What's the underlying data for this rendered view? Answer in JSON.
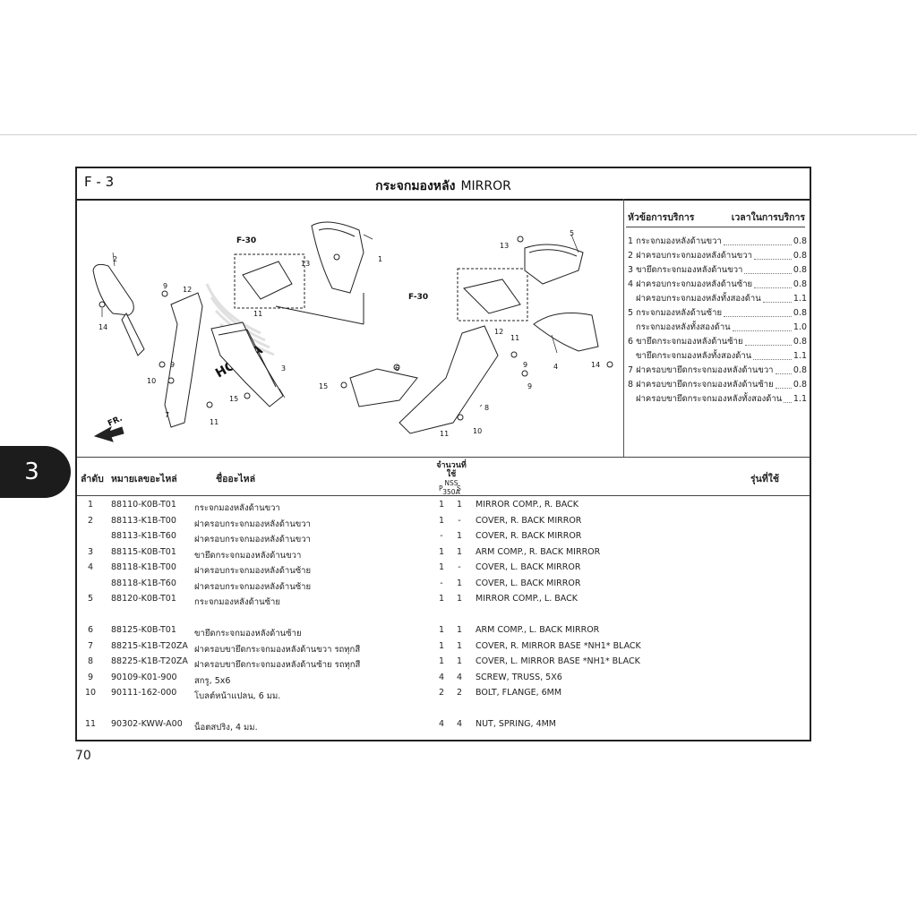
{
  "chapter_tab": "3",
  "section": {
    "code": "F - 3",
    "title_th": "กระจกมองหลัง",
    "title_en": "MIRROR"
  },
  "service_panel": {
    "header_item": "หัวข้อการบริการ",
    "header_time": "เวลาในการบริการ",
    "items": [
      {
        "label": "1 กระจกมองหลังด้านขวา",
        "time": "0.8",
        "indent": false
      },
      {
        "label": "2 ฝาครอบกระจกมองหลังด้านขวา",
        "time": "0.8",
        "indent": false
      },
      {
        "label": "3 ขายึดกระจกมองหลังด้านขวา",
        "time": "0.8",
        "indent": false
      },
      {
        "label": "4 ฝาครอบกระจกมองหลังด้านซ้าย",
        "time": "0.8",
        "indent": false
      },
      {
        "label": "ฝาครอบกระจกมองหลังทั้งสองด้าน",
        "time": "1.1",
        "indent": true
      },
      {
        "label": "5 กระจกมองหลังด้านซ้าย",
        "time": "0.8",
        "indent": false
      },
      {
        "label": "กระจกมองหลังทั้งสองด้าน",
        "time": "1.0",
        "indent": true
      },
      {
        "label": "6 ขายึดกระจกมองหลังด้านซ้าย",
        "time": "0.8",
        "indent": false
      },
      {
        "label": "ขายึดกระจกมองหลังทั้งสองด้าน",
        "time": "1.1",
        "indent": true
      },
      {
        "label": "7 ฝาครอบขายึดกระจกมองหลังด้านขวา",
        "time": "0.8",
        "indent": false
      },
      {
        "label": "8 ฝาครอบขายึดกระจกมองหลังด้านซ้าย",
        "time": "0.8",
        "indent": false
      },
      {
        "label": "ฝาครอบขายึดกระจกมองหลังทั้งสองด้าน",
        "time": "1.1",
        "indent": true
      }
    ]
  },
  "diagram": {
    "ref_left": "F-30",
    "ref_right": "F-30",
    "front_mark": "FR.",
    "brand_watermark": "HONDA",
    "callouts": [
      "1",
      "2",
      "3",
      "4",
      "5",
      "6",
      "7",
      "8",
      "9",
      "10",
      "11",
      "12",
      "13",
      "14",
      "15"
    ]
  },
  "table": {
    "headers": {
      "no": "ลำดับ",
      "part_no": "หมายเลขอะไหล่",
      "name": "ชื่ออะไหล่",
      "qty": "จำนวนที่ใช้",
      "model": "NSS",
      "model_sub": "350A",
      "p": "P",
      "s": "S",
      "used_in": "รุ่นที่ใช้"
    },
    "rows": [
      {
        "no": "1",
        "part_no": "88110-K0B-T01",
        "name_th": "กระจกมองหลังด้านขวา",
        "p": "1",
        "s": "1",
        "name_en": "MIRROR COMP., R. BACK"
      },
      {
        "no": "2",
        "part_no": "88113-K1B-T00",
        "name_th": "ฝาครอบกระจกมองหลังด้านขวา",
        "p": "1",
        "s": "-",
        "name_en": "COVER, R. BACK MIRROR"
      },
      {
        "no": "",
        "part_no": "88113-K1B-T60",
        "name_th": "ฝาครอบกระจกมองหลังด้านขวา",
        "p": "-",
        "s": "1",
        "name_en": "COVER, R. BACK MIRROR"
      },
      {
        "no": "3",
        "part_no": "88115-K0B-T01",
        "name_th": "ขายึดกระจกมองหลังด้านขวา",
        "p": "1",
        "s": "1",
        "name_en": "ARM COMP., R. BACK MIRROR"
      },
      {
        "no": "4",
        "part_no": "88118-K1B-T00",
        "name_th": "ฝาครอบกระจกมองหลังด้านซ้าย",
        "p": "1",
        "s": "-",
        "name_en": "COVER, L. BACK MIRROR"
      },
      {
        "no": "",
        "part_no": "88118-K1B-T60",
        "name_th": "ฝาครอบกระจกมองหลังด้านซ้าย",
        "p": "-",
        "s": "1",
        "name_en": "COVER, L. BACK MIRROR"
      },
      {
        "no": "5",
        "part_no": "88120-K0B-T01",
        "name_th": "กระจกมองหลังด้านซ้าย",
        "p": "1",
        "s": "1",
        "name_en": "MIRROR COMP., L. BACK"
      },
      {
        "no": "6",
        "part_no": "88125-K0B-T01",
        "name_th": "ขายึดกระจกมองหลังด้านซ้าย",
        "p": "1",
        "s": "1",
        "name_en": "ARM COMP., L. BACK MIRROR"
      },
      {
        "no": "7",
        "part_no": "88215-K1B-T20ZA",
        "name_th": "ฝาครอบขายึดกระจกมองหลังด้านขวา รถทุกสี",
        "p": "1",
        "s": "1",
        "name_en": "COVER, R. MIRROR BASE *NH1* BLACK"
      },
      {
        "no": "8",
        "part_no": "88225-K1B-T20ZA",
        "name_th": "ฝาครอบขายึดกระจกมองหลังด้านซ้าย รถทุกสี",
        "p": "1",
        "s": "1",
        "name_en": "COVER, L. MIRROR BASE *NH1* BLACK"
      },
      {
        "no": "9",
        "part_no": "90109-K01-900",
        "name_th": "สกรู, 5x6",
        "p": "4",
        "s": "4",
        "name_en": "SCREW, TRUSS, 5X6"
      },
      {
        "no": "10",
        "part_no": "90111-162-000",
        "name_th": "โบลต์หน้าแปลน, 6 มม.",
        "p": "2",
        "s": "2",
        "name_en": "BOLT, FLANGE, 6MM"
      },
      {
        "no": "11",
        "part_no": "90302-KWW-A00",
        "name_th": "น็อตสปริง, 4 มม.",
        "p": "4",
        "s": "4",
        "name_en": "NUT, SPRING, 4MM"
      }
    ]
  },
  "page_number": "70"
}
